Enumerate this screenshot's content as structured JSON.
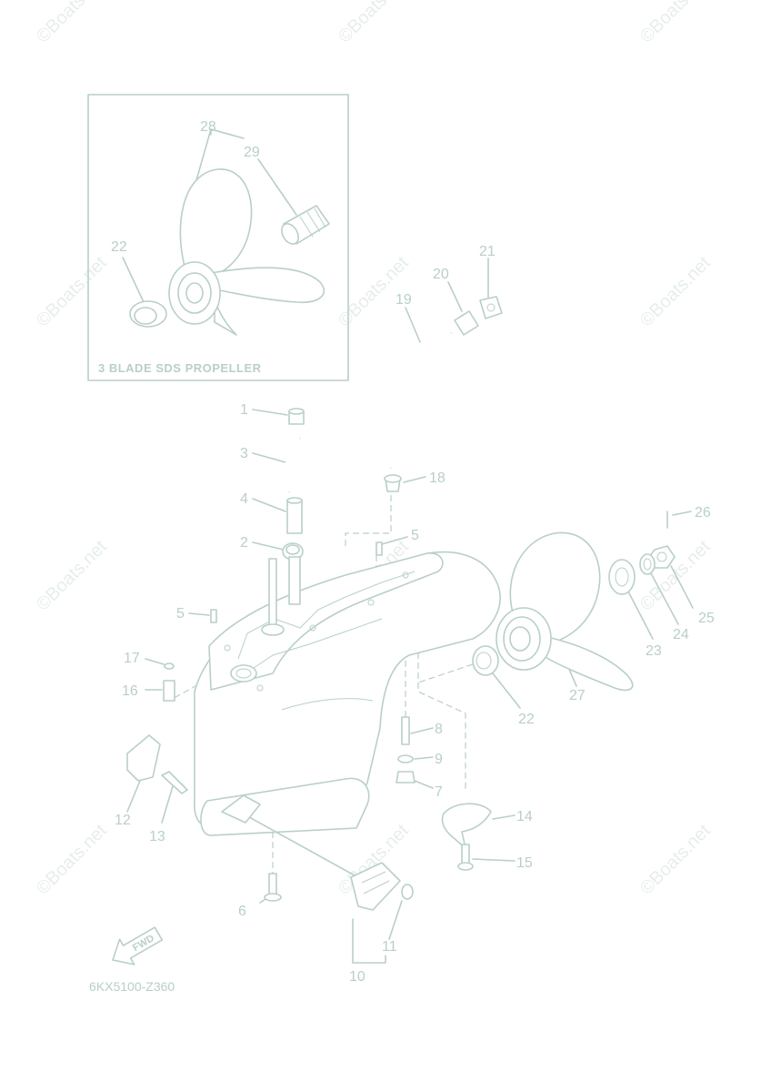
{
  "inset": {
    "caption": "3 BLADE SDS PROPELLER"
  },
  "diagram_code": "6KX5100-Z360",
  "direction_label": "FWD",
  "watermark": "©Boats.net",
  "colors": {
    "line": "#b9cfc8",
    "background": "#ffffff"
  },
  "callouts": [
    {
      "id": "28",
      "text": "28"
    },
    {
      "id": "29",
      "text": "29"
    },
    {
      "id": "22a",
      "text": "22"
    },
    {
      "id": "21",
      "text": "21"
    },
    {
      "id": "20",
      "text": "20"
    },
    {
      "id": "19",
      "text": "19"
    },
    {
      "id": "1",
      "text": "1"
    },
    {
      "id": "3",
      "text": "3"
    },
    {
      "id": "18",
      "text": "18"
    },
    {
      "id": "4",
      "text": "4"
    },
    {
      "id": "26",
      "text": "26"
    },
    {
      "id": "2",
      "text": "2"
    },
    {
      "id": "5a",
      "text": "5"
    },
    {
      "id": "5b",
      "text": "5"
    },
    {
      "id": "25",
      "text": "25"
    },
    {
      "id": "24",
      "text": "24"
    },
    {
      "id": "23",
      "text": "23"
    },
    {
      "id": "17",
      "text": "17"
    },
    {
      "id": "16",
      "text": "16"
    },
    {
      "id": "27",
      "text": "27"
    },
    {
      "id": "22b",
      "text": "22"
    },
    {
      "id": "8",
      "text": "8"
    },
    {
      "id": "9",
      "text": "9"
    },
    {
      "id": "7",
      "text": "7"
    },
    {
      "id": "12",
      "text": "12"
    },
    {
      "id": "13",
      "text": "13"
    },
    {
      "id": "14",
      "text": "14"
    },
    {
      "id": "15",
      "text": "15"
    },
    {
      "id": "6",
      "text": "6"
    },
    {
      "id": "11",
      "text": "11"
    },
    {
      "id": "10",
      "text": "10"
    }
  ]
}
